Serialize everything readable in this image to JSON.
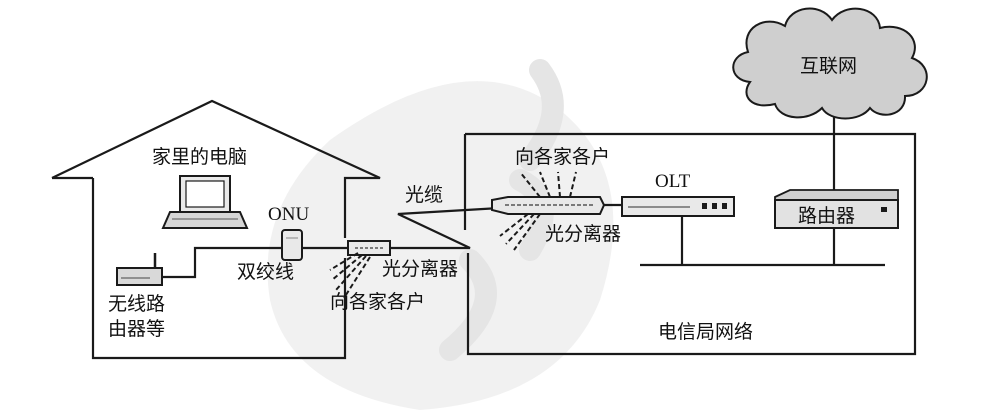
{
  "colors": {
    "ink": "#1a1a1a",
    "cloud_fill": "#cfcfcf",
    "device_fill": "#e9e9e9",
    "watermark": "#d8d8d8"
  },
  "labels": {
    "home_computer": "家里的电脑",
    "onu": "ONU",
    "router_line1": "无线路",
    "router_line2": "由器等",
    "twisted_pair": "双绞线",
    "fiber_cable": "光缆",
    "splitter_home": "光分离器",
    "to_each_home_lower": "向各家各户",
    "to_each_home_upper": "向各家各户",
    "olt": "OLT",
    "splitter_office": "光分离器",
    "telecom_network": "电信局网络",
    "internet": "互联网",
    "router": "路由器"
  },
  "icons": {
    "laptop": "laptop-icon",
    "wireless_router": "wireless-router-icon",
    "onu_device": "onu-device-icon",
    "splitter": "optical-splitter-icon",
    "olt_device": "olt-device-icon",
    "core_router": "router-device-icon",
    "cloud": "cloud-icon"
  }
}
